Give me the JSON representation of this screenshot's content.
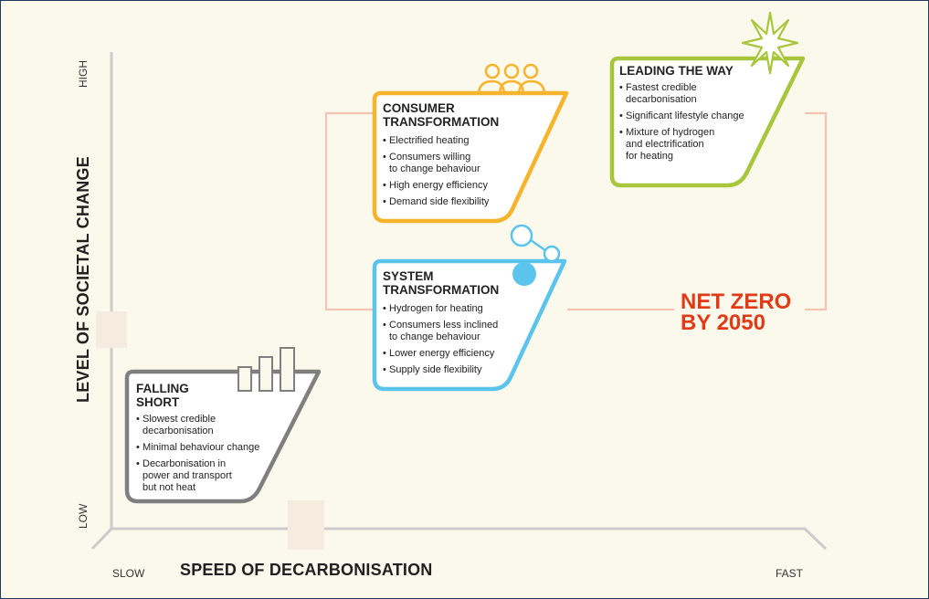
{
  "axes": {
    "y_title": "LEVEL OF SOCIETAL CHANGE",
    "y_high": "HIGH",
    "y_low": "LOW",
    "x_title": "SPEED OF DECARBONISATION",
    "x_slow": "SLOW",
    "x_fast": "FAST"
  },
  "scenarios": [
    {
      "id": "falling-short",
      "title": "FALLING\nSHORT",
      "color": "#7f7f7f",
      "icon": "bar-chart-icon",
      "bullets": [
        "Slowest credible\ndecarbonisation",
        "Minimal behaviour change",
        "Decarbonisation in\npower and transport\nbut not heat"
      ]
    },
    {
      "id": "system-transformation",
      "title": "SYSTEM\nTRANSFORMATION",
      "color": "#5bc4ec",
      "icon": "molecule-icon",
      "bullets": [
        "Hydrogen for heating",
        "Consumers less inclined\nto change behaviour",
        "Lower energy efficiency",
        "Supply side flexibility"
      ]
    },
    {
      "id": "consumer-transformation",
      "title": "CONSUMER\nTRANSFORMATION",
      "color": "#f6b42d",
      "icon": "people-icon",
      "bullets": [
        "Electrified heating",
        "Consumers willing\nto change behaviour",
        "High energy efficiency",
        "Demand side flexibility"
      ]
    },
    {
      "id": "leading-the-way",
      "title": "LEADING THE WAY",
      "color": "#a7c63c",
      "icon": "compass-star-icon",
      "bullets": [
        "Fastest credible\ndecarbonisation",
        "Significant lifestyle change",
        "Mixture of hydrogen\nand electrification\nfor heating"
      ]
    }
  ],
  "net_zero": {
    "label": "NET ZERO\nBY 2050",
    "color": "#e03a17",
    "line_color": "#f2c4b4"
  },
  "colors": {
    "background": "#fbf8ec",
    "axis": "#cccccc",
    "marker": "#f5ebdf"
  }
}
